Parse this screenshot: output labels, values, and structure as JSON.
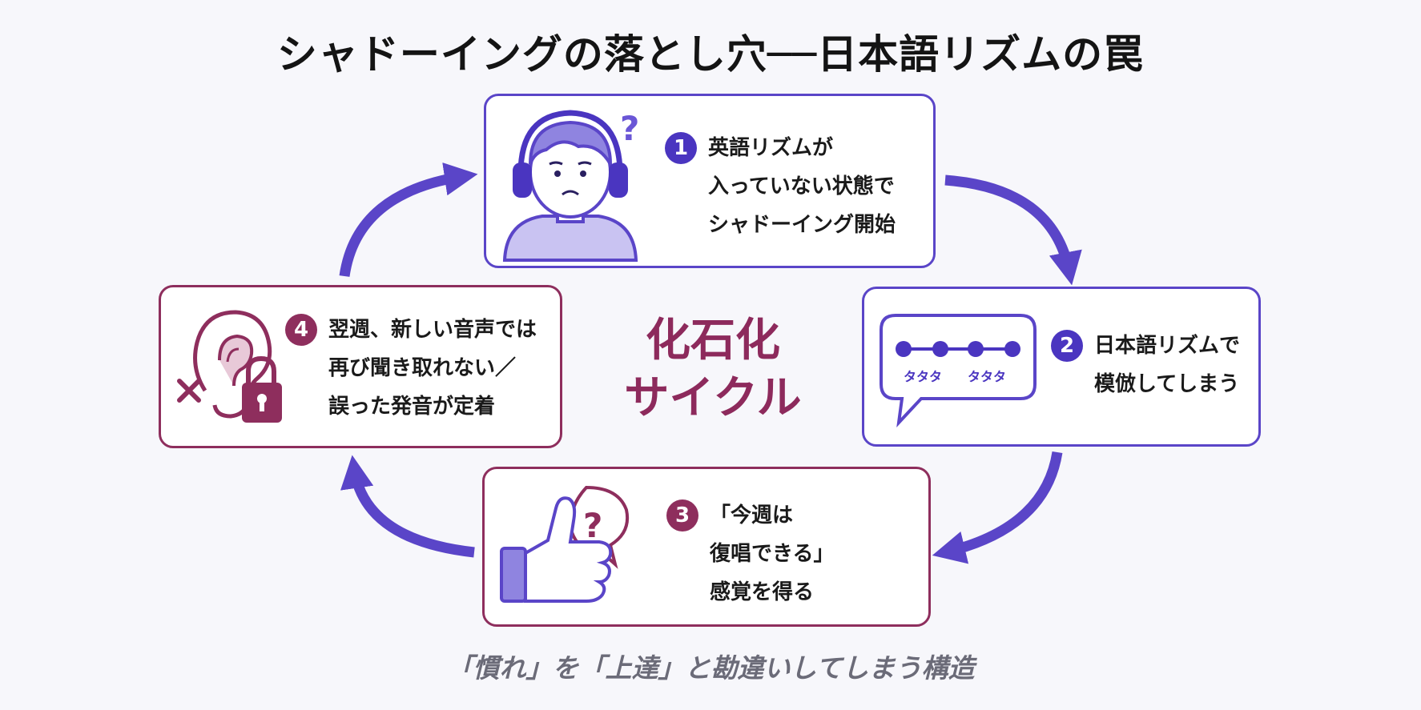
{
  "title": "シャドーイングの落とし穴──日本語リズムの罠",
  "center_label": [
    "化石化",
    "サイクル"
  ],
  "caption": "「慣れ」を「上達」と勘違いしてしまう構造",
  "colors": {
    "purple": "#5a45c8",
    "magenta": "#8e2e5d"
  },
  "steps": [
    {
      "num": "1",
      "lines": [
        "英語リズムが",
        "入っていない状態で",
        "シャドーイング開始"
      ],
      "icon": "confused-person-headphones-icon"
    },
    {
      "num": "2",
      "lines": [
        "日本語リズムで",
        "模倣してしまう"
      ],
      "icon": "speech-bubble-dots-icon",
      "bubble_text": [
        "タタタ",
        "タタタ"
      ]
    },
    {
      "num": "3",
      "lines": [
        "「今週は",
        "復唱できる」",
        "感覚を得る"
      ],
      "icon": "thumbs-up-question-icon"
    },
    {
      "num": "4",
      "lines": [
        "翌週、新しい音声では",
        "再び聞き取れない／",
        "誤った発音が定着"
      ],
      "icon": "ear-lock-icon"
    }
  ]
}
